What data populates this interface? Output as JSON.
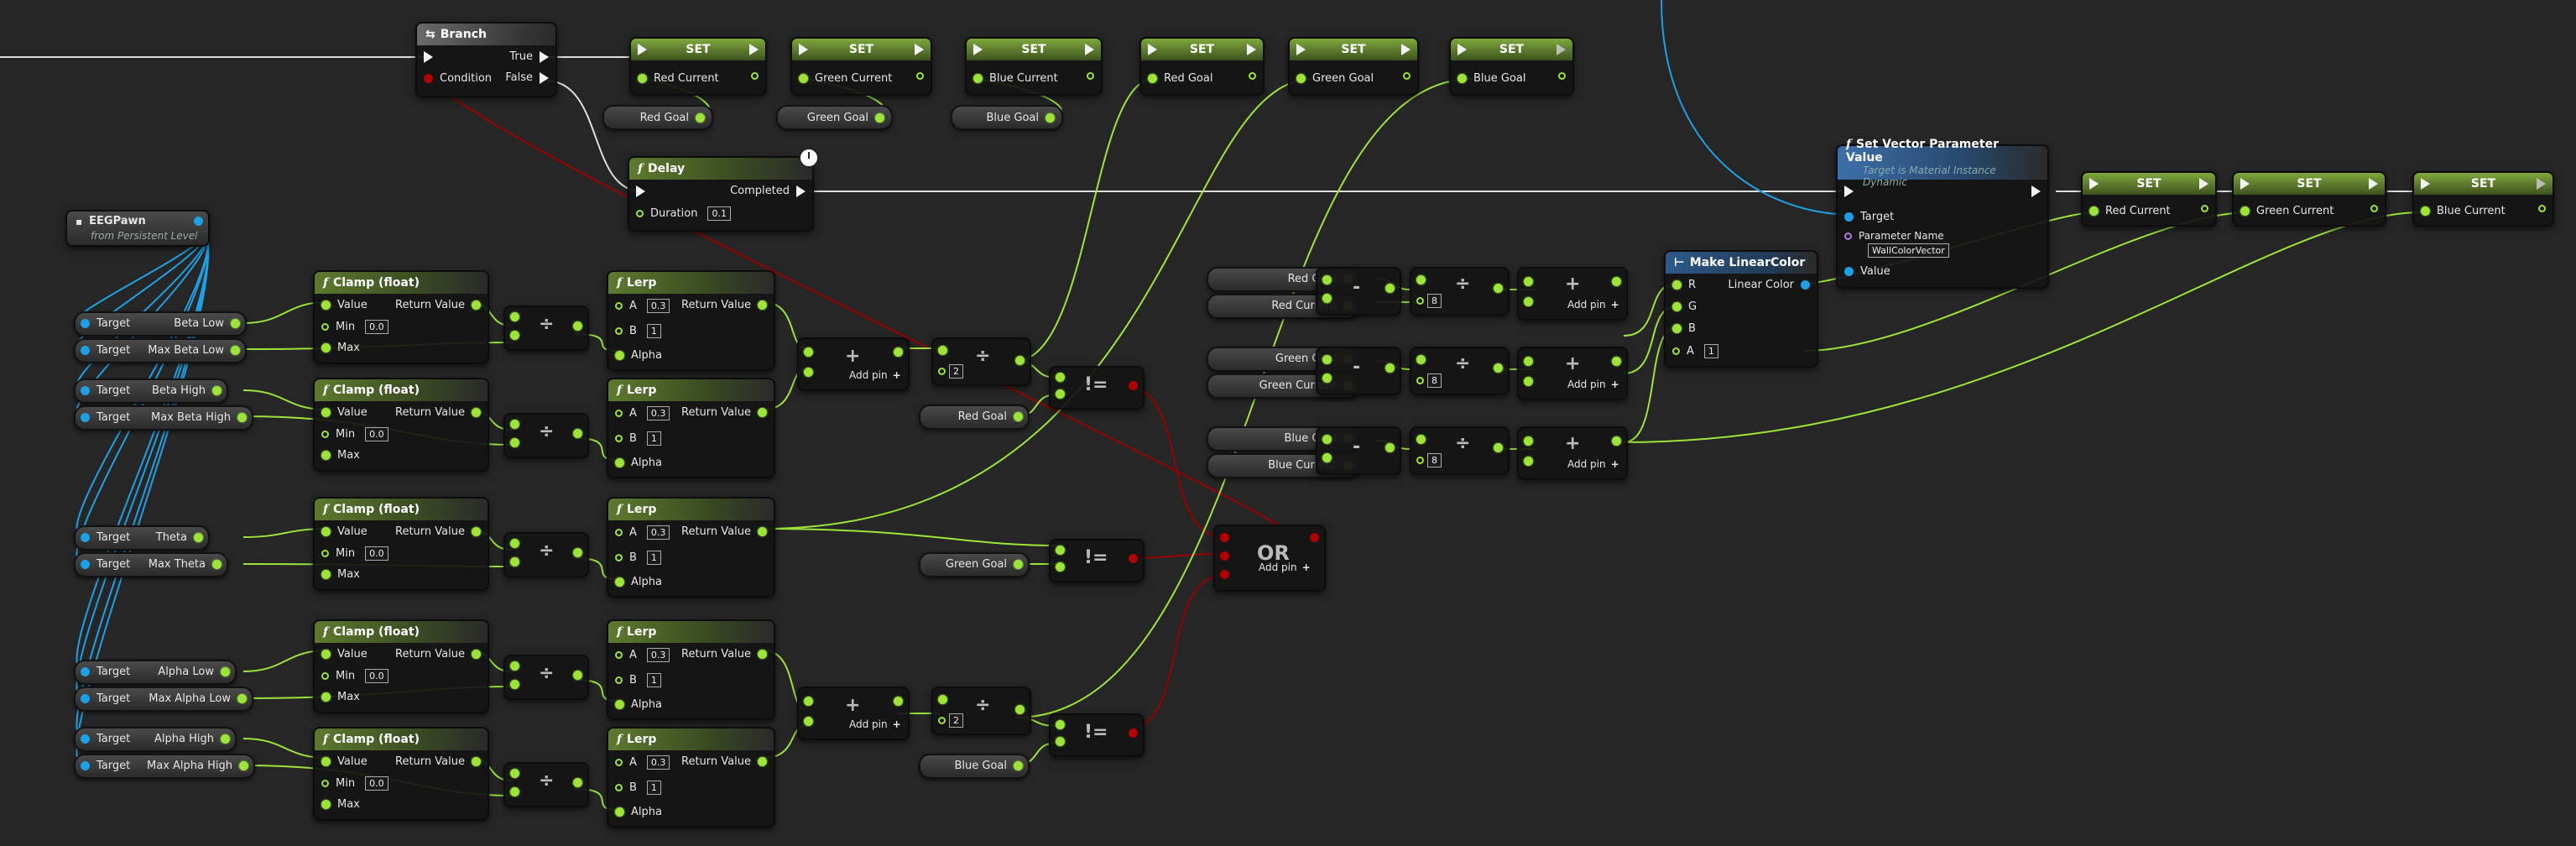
{
  "nodes": {
    "branch": {
      "title": "Branch",
      "true_label": "True",
      "false_label": "False",
      "condition_label": "Condition"
    },
    "set_top": [
      {
        "title": "SET",
        "var": "Red Current",
        "input": "Red Goal"
      },
      {
        "title": "SET",
        "var": "Green Current",
        "input": "Green Goal"
      },
      {
        "title": "SET",
        "var": "Blue Current",
        "input": "Blue Goal"
      },
      {
        "title": "SET",
        "var": "Red Goal"
      },
      {
        "title": "SET",
        "var": "Green Goal"
      },
      {
        "title": "SET",
        "var": "Blue Goal"
      }
    ],
    "delay": {
      "title": "Delay",
      "completed_label": "Completed",
      "duration_label": "Duration",
      "duration_value": "0.1"
    },
    "eegpawn": {
      "title": "EEGPawn",
      "subtitle": "from Persistent Level"
    },
    "getters": [
      {
        "target": "Target",
        "name": "Beta Low"
      },
      {
        "target": "Target",
        "name": "Max Beta Low"
      },
      {
        "target": "Target",
        "name": "Beta High"
      },
      {
        "target": "Target",
        "name": "Max Beta High"
      },
      {
        "target": "Target",
        "name": "Theta"
      },
      {
        "target": "Target",
        "name": "Max Theta"
      },
      {
        "target": "Target",
        "name": "Alpha Low"
      },
      {
        "target": "Target",
        "name": "Max Alpha Low"
      },
      {
        "target": "Target",
        "name": "Alpha High"
      },
      {
        "target": "Target",
        "name": "Max Alpha High"
      }
    ],
    "clamp": {
      "title": "Clamp (float)",
      "value_label": "Value",
      "min_label": "Min",
      "min_value": "0.0",
      "max_label": "Max",
      "return_label": "Return Value"
    },
    "lerp": {
      "title": "Lerp",
      "a_label": "A",
      "a_value": "0.3",
      "b_label": "B",
      "b_value": "1",
      "alpha_label": "Alpha",
      "return_label": "Return Value"
    },
    "addpin": "Add pin",
    "div2": "2",
    "div8": "8",
    "neq": "!=",
    "or": {
      "title": "OR",
      "addpin": "Add pin"
    },
    "goal_getters": [
      "Red Goal",
      "Green Goal",
      "Blue Goal"
    ],
    "color_getters": [
      "Red Goal",
      "Red Current",
      "Green Goal",
      "Green Current",
      "Blue Goal",
      "Blue Current"
    ],
    "make_color": {
      "title": "Make LinearColor",
      "r": "R",
      "g": "G",
      "b": "B",
      "a": "A",
      "a_value": "1",
      "out": "Linear Color"
    },
    "setvec": {
      "title": "Set Vector Parameter Value",
      "subtitle": "Target is Material Instance Dynamic",
      "target": "Target",
      "param_label": "Parameter Name",
      "param_value": "WallColorVector",
      "value_label": "Value"
    },
    "set_right": [
      {
        "title": "SET",
        "var": "Red Current"
      },
      {
        "title": "SET",
        "var": "Green Current"
      },
      {
        "title": "SET",
        "var": "Blue Current"
      }
    ]
  },
  "colors": {
    "exec": "#f2f2f2",
    "float": "#9ce43a",
    "object": "#1fa0e4",
    "bool": "#b10000",
    "name": "#b07ad8"
  },
  "icons": {
    "branch": "branch-icon",
    "function": "function-icon",
    "clock": "clock-icon",
    "struct": "make-struct-icon",
    "add": "plus-icon"
  }
}
